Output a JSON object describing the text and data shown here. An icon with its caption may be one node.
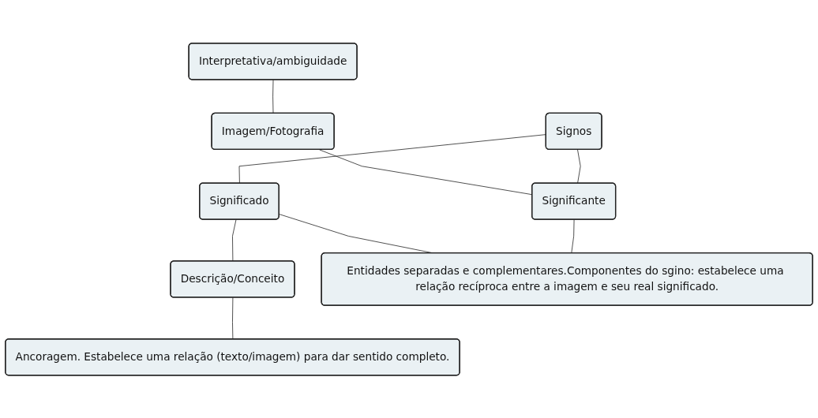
{
  "diagram": {
    "nodes": [
      {
        "text": [
          "Signos"
        ]
      },
      {
        "text": [
          "Interpretativa/ambiguidade"
        ]
      },
      {
        "text": [
          "Ancoragem. Estabelece uma relação (texto/imagem) para dar sentido completo."
        ]
      },
      {
        "text": [
          "Imagem/Fotografia"
        ]
      },
      {
        "text": [
          "Significante"
        ]
      },
      {
        "text": [
          "Significado"
        ]
      },
      {
        "text": [
          "Descrição/Conceito"
        ]
      },
      {
        "text": [
          "Entidades separadas e complementares.Componentes do sgino: estabelece uma relação recíproca entre a imagem e seu real significado."
        ]
      }
    ],
    "edges": [
      {
        "from": 0,
        "to": 4,
        "arrow": "none"
      },
      {
        "from": 0,
        "to": 5,
        "arrow": "none"
      },
      {
        "from": 1,
        "to": 3,
        "arrow": "none"
      },
      {
        "from": 3,
        "to": 4,
        "arrow": "none"
      },
      {
        "from": 5,
        "to": 6,
        "arrow": "none"
      },
      {
        "from": 6,
        "to": 2,
        "arrow": "none"
      },
      {
        "from": 4,
        "to": 7,
        "arrow": "none"
      },
      {
        "from": 5,
        "to": 7,
        "arrow": "none"
      }
    ]
  }
}
